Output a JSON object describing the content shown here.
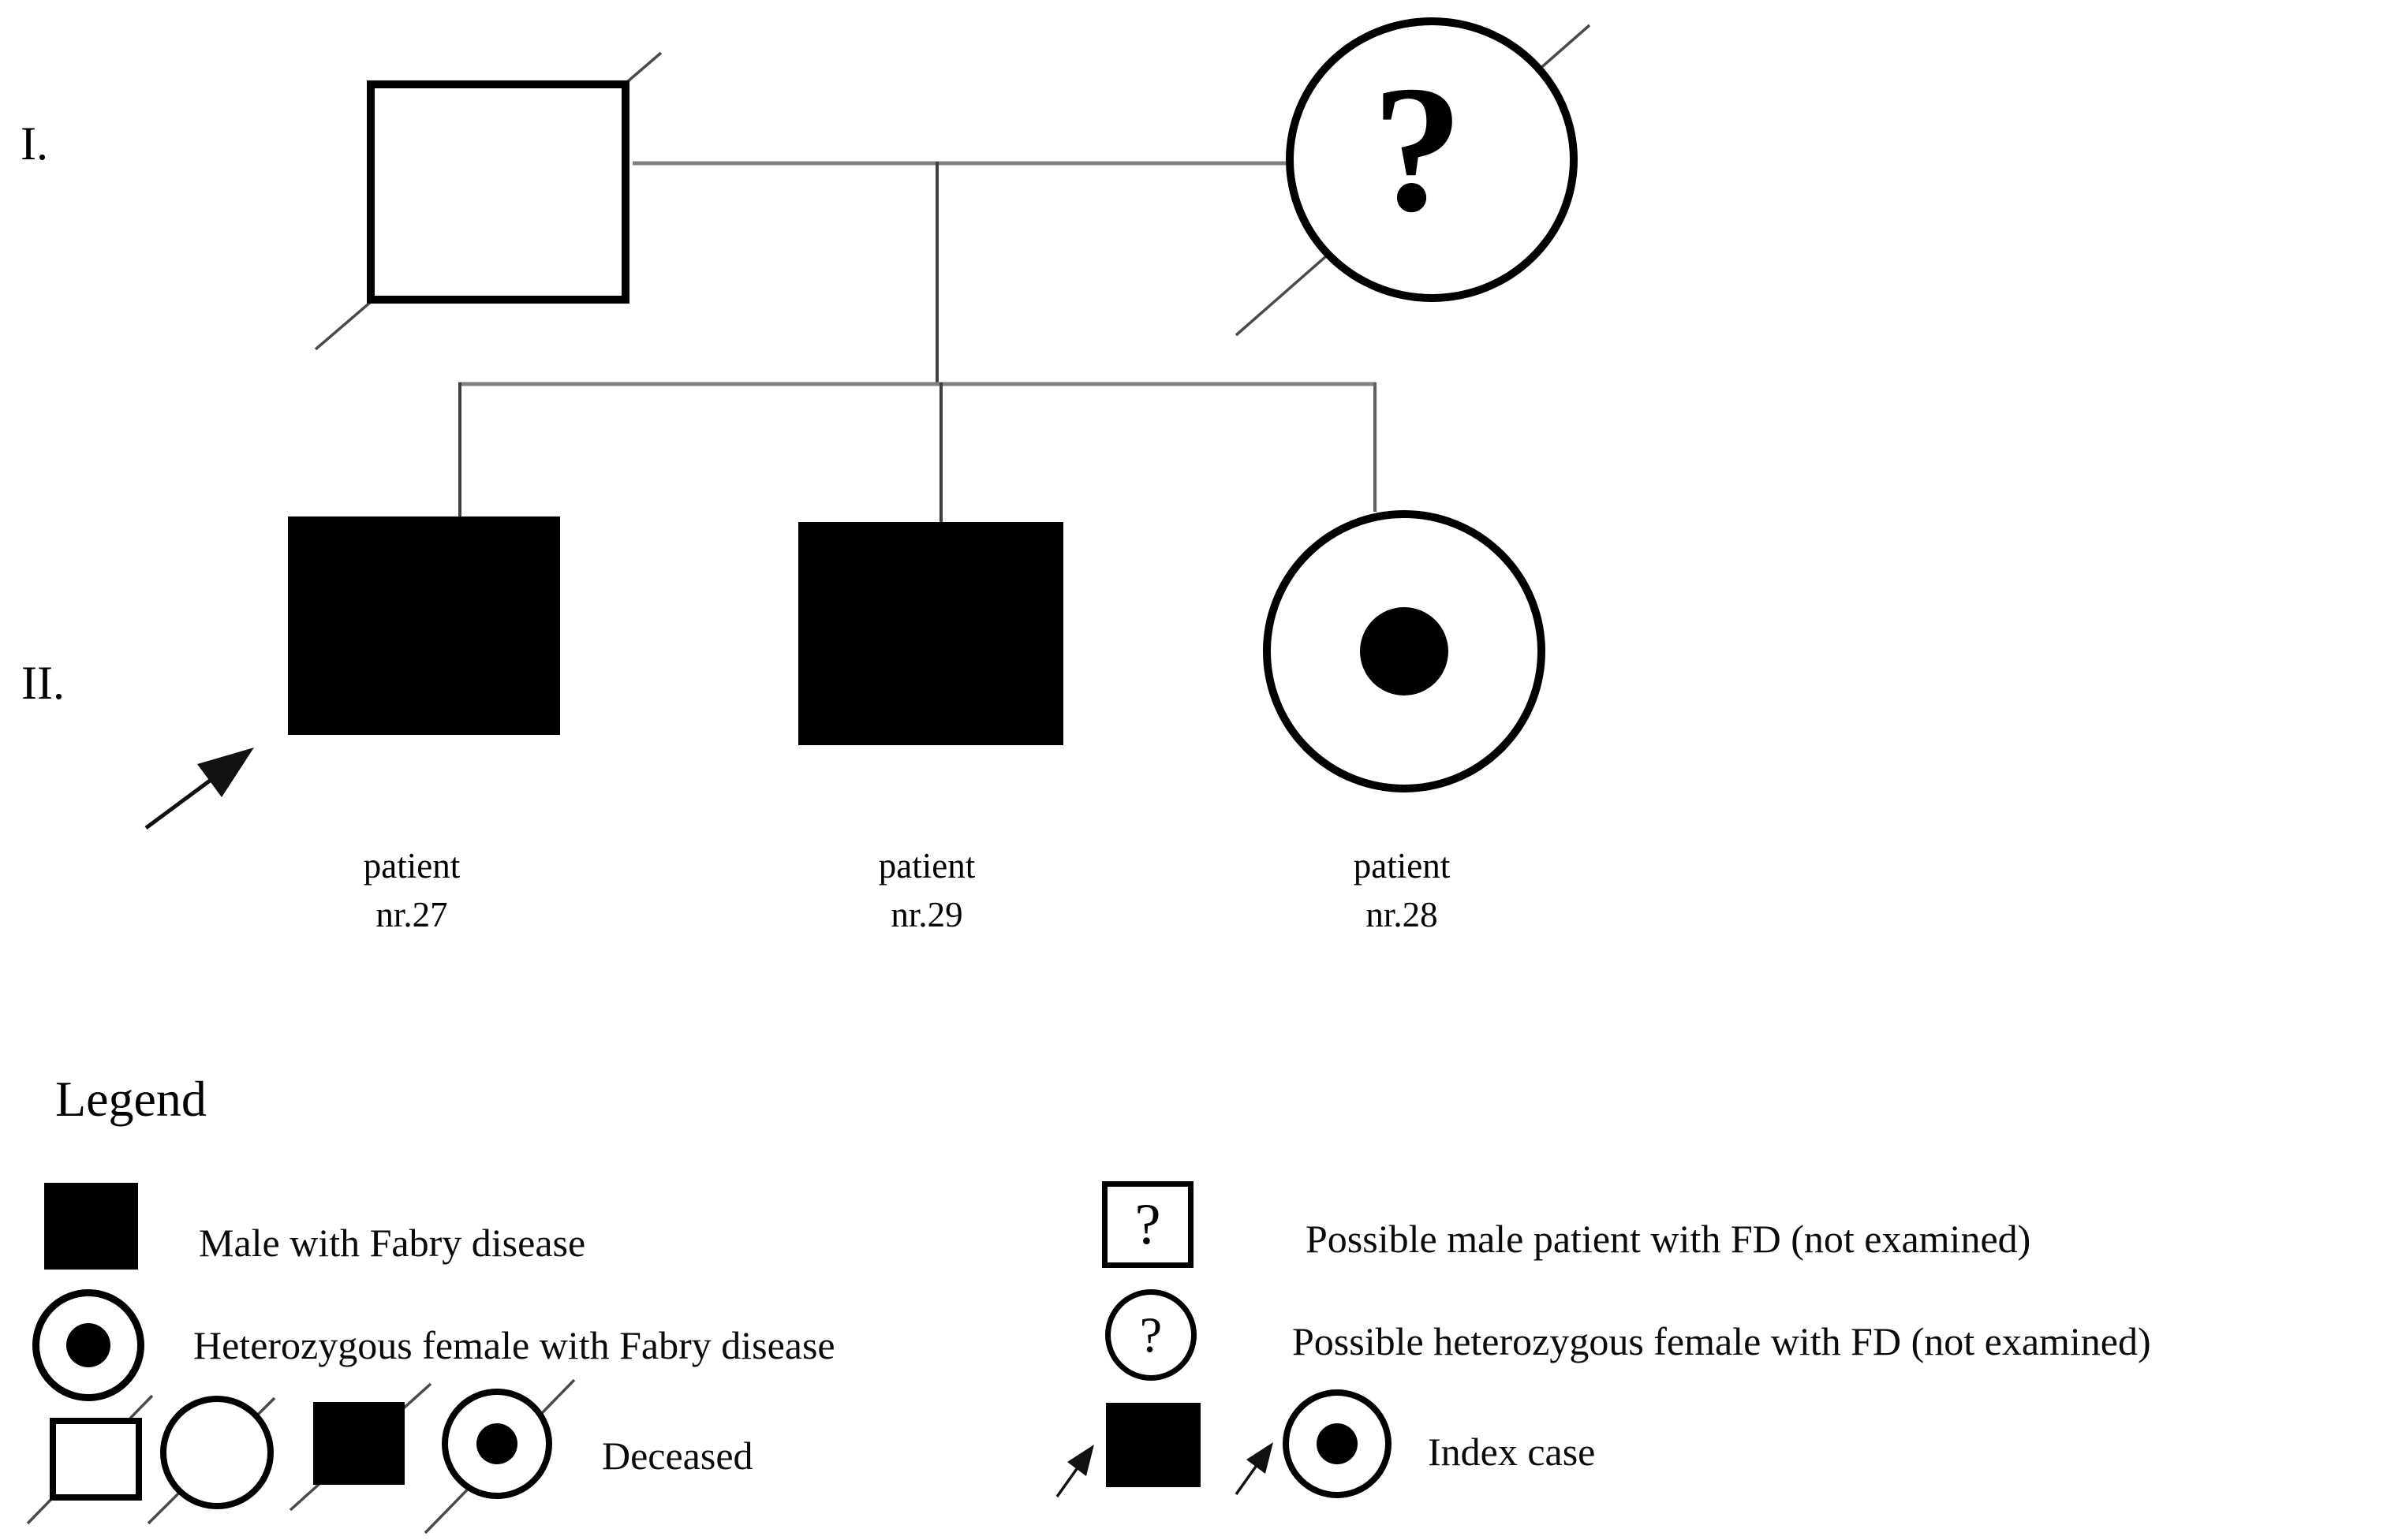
{
  "generations": {
    "first": "I.",
    "second": "II."
  },
  "symbols": {
    "question_mark": "?"
  },
  "patients": [
    {
      "line1": "patient",
      "line2": "nr.27"
    },
    {
      "line1": "patient",
      "line2": "nr.29"
    },
    {
      "line1": "patient",
      "line2": "nr.28"
    }
  ],
  "legend": {
    "title": "Legend",
    "left": [
      {
        "label": "Male with Fabry disease"
      },
      {
        "label": "Heterozygous female with Fabry disease"
      },
      {
        "label": "Deceased"
      }
    ],
    "right": [
      {
        "label": "Possible male patient with FD (not examined)"
      },
      {
        "label": "Possible heterozygous female with FD (not examined)"
      },
      {
        "label": "Index case"
      }
    ]
  },
  "colors": {
    "ink": "#000000",
    "connector": "#808080",
    "background": "#ffffff"
  }
}
